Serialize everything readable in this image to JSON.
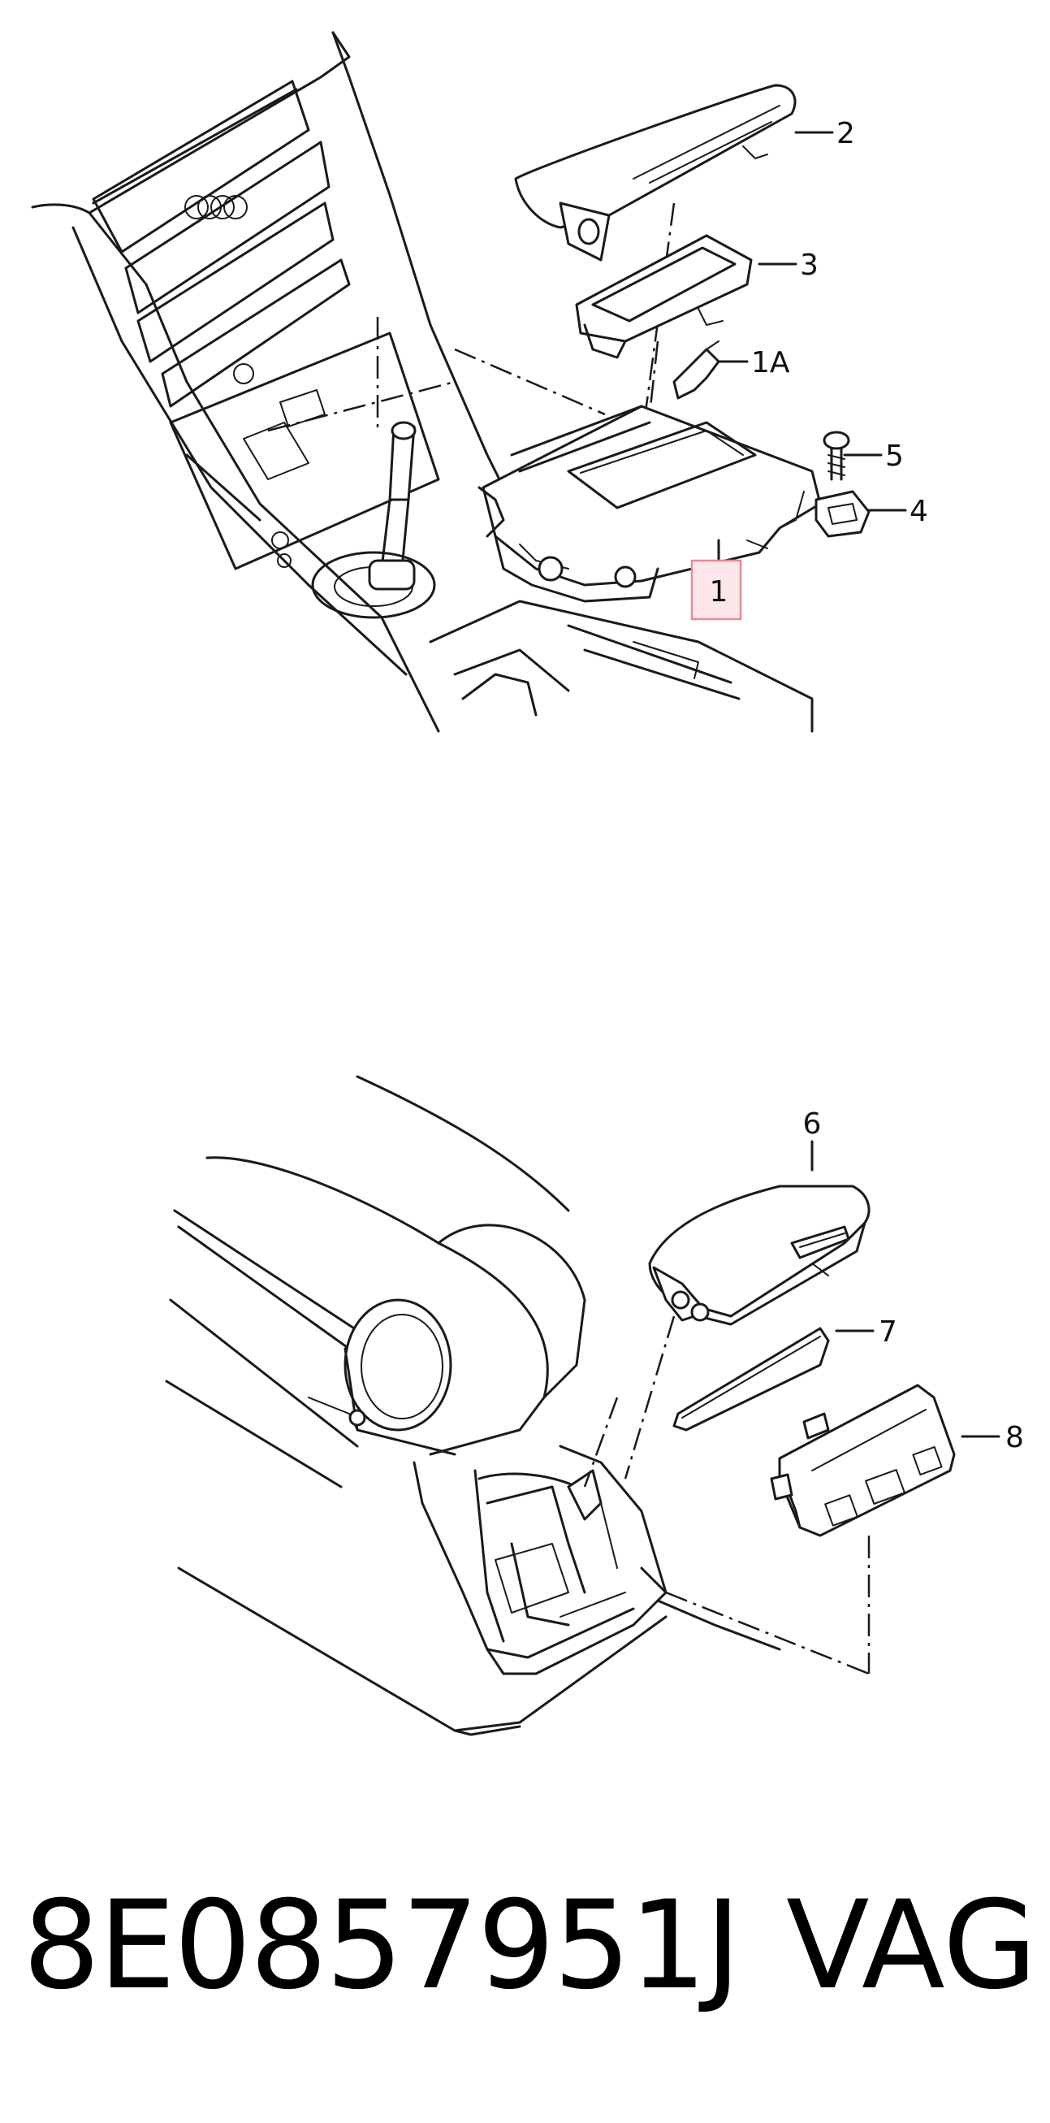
{
  "callouts": {
    "c1": "1",
    "c1a": "1A",
    "c2": "2",
    "c3": "3",
    "c4": "4",
    "c5": "5",
    "c6": "6",
    "c7": "7",
    "c8": "8"
  },
  "footer": {
    "part_number": "8E0857951J",
    "brand": "VAG"
  },
  "colors": {
    "line": "#1a1a1a",
    "highlight_fill": "#fde7ea",
    "highlight_stroke": "#e58a97"
  },
  "icons": {
    "logo": "four-rings-logo"
  }
}
